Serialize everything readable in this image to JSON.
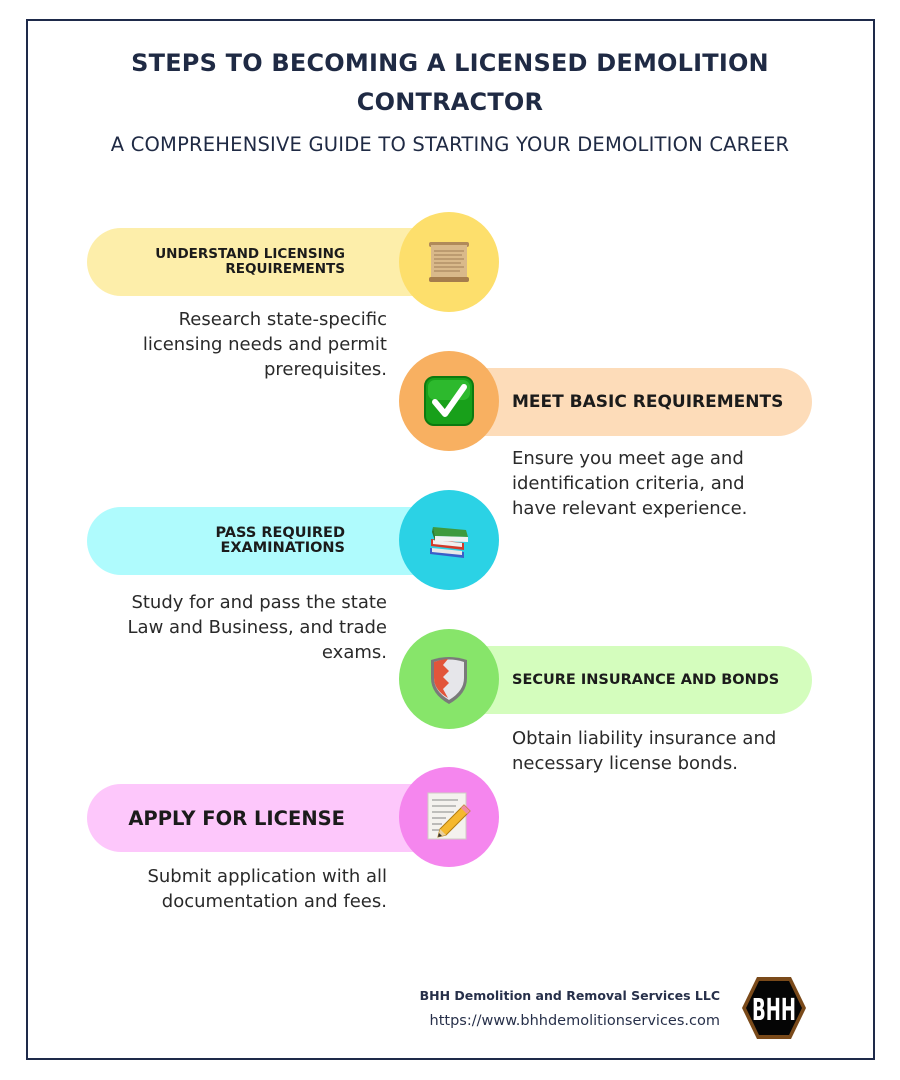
{
  "header": {
    "title_line1": "STEPS TO BECOMING A LICENSED DEMOLITION",
    "title_line2": "CONTRACTOR",
    "subtitle": "A COMPREHENSIVE GUIDE TO STARTING YOUR DEMOLITION CAREER"
  },
  "steps": [
    {
      "title_line1": "UNDERSTAND LICENSING",
      "title_line2": "REQUIREMENTS",
      "description_lines": [
        "Research state-specific",
        "licensing needs and permit",
        "prerequisites."
      ],
      "icon": "scroll-icon",
      "side": "left",
      "pill_color": "#fdeeaa",
      "circle_color": "#fddf6c"
    },
    {
      "title": "MEET BASIC REQUIREMENTS",
      "description_lines": [
        "Ensure you meet age and",
        "identification criteria, and",
        "have relevant experience."
      ],
      "icon": "check-mark-icon",
      "side": "right",
      "pill_color": "#fddcb9",
      "circle_color": "#f8b061"
    },
    {
      "title": "PASS REQUIRED EXAMINATIONS",
      "description_lines": [
        "Study for and pass the state",
        "Law and Business, and trade",
        "exams."
      ],
      "icon": "books-icon",
      "side": "left",
      "pill_color": "#affbfd",
      "circle_color": "#2bd2e5"
    },
    {
      "title": "SECURE INSURANCE AND BONDS",
      "description_lines": [
        "Obtain liability insurance and",
        "necessary license bonds."
      ],
      "icon": "shield-icon",
      "side": "right",
      "pill_color": "#d4fdbd",
      "circle_color": "#87e56a"
    },
    {
      "title": "APPLY FOR LICENSE",
      "description_lines": [
        "Submit application with all",
        "documentation and fees."
      ],
      "icon": "memo-pencil-icon",
      "side": "left",
      "pill_color": "#fdc7fb",
      "circle_color": "#f586ee"
    }
  ],
  "footer": {
    "company_name": "BHH Demolition and Removal Services LLC",
    "url": "https://www.bhhdemolitionservices.com",
    "logo_text": "BHH"
  },
  "colors": {
    "border": "#1e2a4a",
    "title": "#1f2a44"
  }
}
